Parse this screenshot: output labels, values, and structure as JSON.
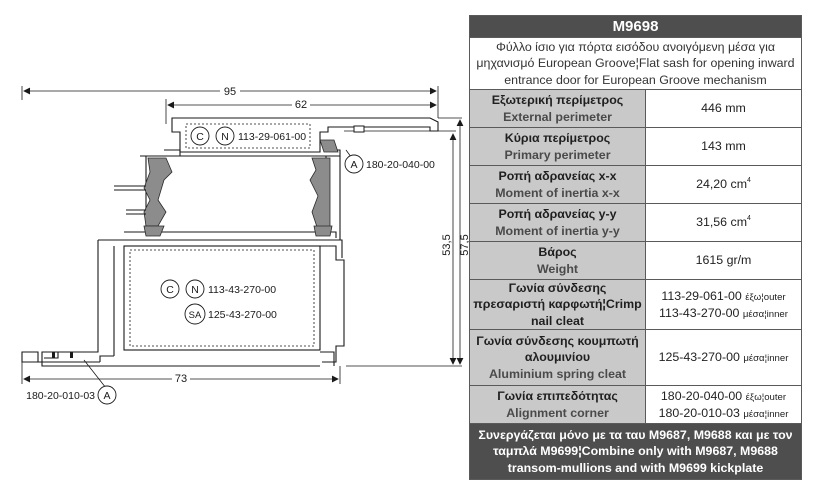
{
  "product": {
    "code": "M9698",
    "description_gr": "Φύλλο ίσιο για πόρτα εισόδου ανοιγόμενη μέσα για μηχανισμό European Groove",
    "description_sep": "¦",
    "description_en": "Flat sash for opening inward entrance door for European Groove mechanism"
  },
  "specs": {
    "external_perimeter": {
      "label_gr": "Εξωτερική περίμετρος",
      "label_en": "External perimeter",
      "value": "446 mm"
    },
    "primary_perimeter": {
      "label_gr": "Κύρια περίμετρος",
      "label_en": "Primary perimeter",
      "value": "143 mm"
    },
    "moment_x": {
      "label_gr": "Ροπή αδρανείας x-x",
      "label_en": "Moment of inertia x-x",
      "value": "24,20 cm",
      "unit_exp": "4"
    },
    "moment_y": {
      "label_gr": "Ροπή αδρανείας y-y",
      "label_en": "Moment of inertia y-y",
      "value": "31,56 cm",
      "unit_exp": "4"
    },
    "weight": {
      "label_gr": "Βάρος",
      "label_en": "Weight",
      "value": "1615 gr/m"
    },
    "crimp_cleat": {
      "label_gr": "Γωνία σύνδεσης πρεσαριστή καρφωτή",
      "label_sep": "¦",
      "label_en": "Crimp nail cleat",
      "line1_code": "113-29-061-00",
      "line1_note": "έξω¦outer",
      "line2_code": "113-43-270-00",
      "line2_note": "μέσα¦inner"
    },
    "spring_cleat": {
      "label_gr": "Γωνία σύνδεσης κουμπωτή αλουμινίου",
      "label_en": "Aluminium spring cleat",
      "code": "125-43-270-00",
      "note": "μέσα¦inner"
    },
    "alignment_corner": {
      "label_gr": "Γωνία επιπεδότητας",
      "label_en": "Alignment corner",
      "line1_code": "180-20-040-00",
      "line1_note": "έξω¦outer",
      "line2_code": "180-20-010-03",
      "line2_note": "μέσα¦inner"
    }
  },
  "footer": {
    "text": "Συνεργάζεται μόνο με τα ταυ M9687, M9688 και με τον ταμπλά M9699¦Combine only with M9687, M9688 transom-mullions and with M9699 kickplate"
  },
  "drawing": {
    "dim_width_total": "95",
    "dim_width_top": "62",
    "dim_width_bottom": "73",
    "dim_height_inner": "53,5",
    "dim_height_outer": "57,5",
    "callout_top": {
      "c": "C",
      "n": "N",
      "code": "113-29-061-00"
    },
    "callout_alignment_right": {
      "a": "A",
      "code": "180-20-040-00"
    },
    "callout_center": {
      "c": "C",
      "n": "N",
      "code": "113-43-270-00"
    },
    "callout_center_sa": {
      "sa": "SA",
      "code": "125-43-270-00"
    },
    "callout_alignment_bottom": {
      "a": "A",
      "code": "180-20-010-03"
    }
  },
  "colors": {
    "header_bg": "#4e4e4e",
    "label_bg": "#c9c9c9",
    "gasket": "#8c8c8c",
    "profile_stroke": "#1a1a1a"
  }
}
